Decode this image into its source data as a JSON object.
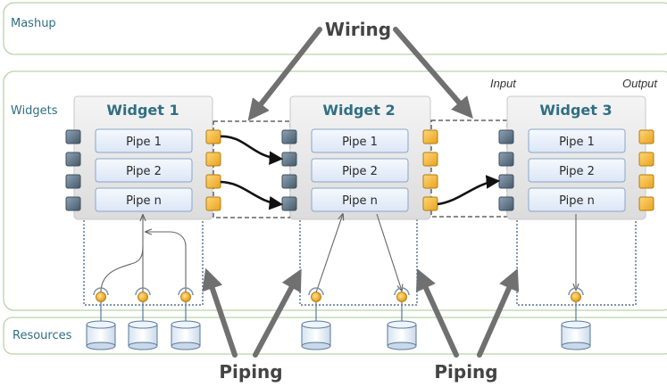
{
  "lanes": {
    "mashup": "Mashup",
    "widgets": "Widgets",
    "resources": "Resources"
  },
  "io": {
    "input": "Input",
    "output": "Output"
  },
  "widgets": [
    {
      "title": "Widget 1",
      "pipes": [
        "Pipe 1",
        "Pipe 2",
        "Pipe n"
      ]
    },
    {
      "title": "Widget 2",
      "pipes": [
        "Pipe 1",
        "Pipe 2",
        "Pipe n"
      ]
    },
    {
      "title": "Widget 3",
      "pipes": [
        "Pipe 1",
        "Pipe 2",
        "Pipe n"
      ]
    }
  ],
  "callouts": {
    "wiring": "Wiring",
    "piping_left": "Piping",
    "piping_right": "Piping"
  },
  "colors": {
    "lane_border": "#b9d3a6",
    "widget_fill": "#e4e4e4",
    "pipe_fill": "#e8f0fb",
    "pipe_border": "#8aa6c8",
    "input_port": "#5d7385",
    "output_port": "#f5b83b",
    "callout_arrow": "#707070",
    "label_text": "#2f6f83"
  }
}
